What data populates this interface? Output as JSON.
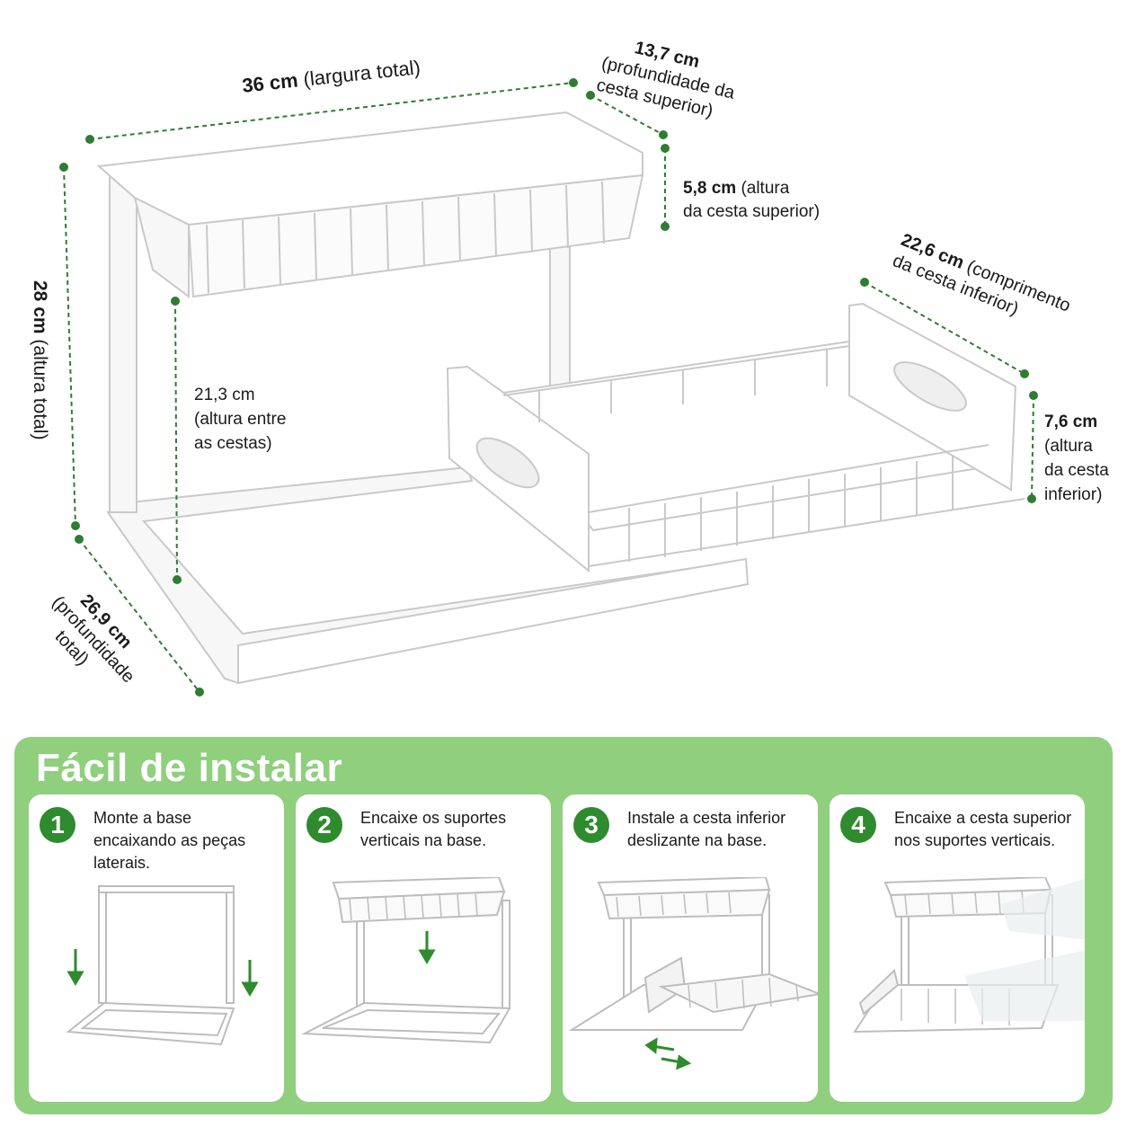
{
  "dimensions": {
    "total_width": {
      "value": "36 cm",
      "label": "(largura total)"
    },
    "top_basket_depth": {
      "value": "13,7 cm",
      "line1": "(profundidade da",
      "line2": "cesta superior)"
    },
    "top_basket_height": {
      "value": "5,8 cm",
      "line1": "(altura",
      "line2": "da cesta superior)"
    },
    "bottom_basket_length": {
      "value": "22,6 cm",
      "line1": "(comprimento",
      "line2": "da cesta inferior)"
    },
    "bottom_basket_height": {
      "value": "7,6 cm",
      "line1": "(altura",
      "line2": "da cesta",
      "line3": "inferior)"
    },
    "between_baskets": {
      "value": "21,3 cm",
      "line1": "(altura entre",
      "line2": "as cestas)"
    },
    "total_height": {
      "value": "28 cm",
      "label": "(altura total)"
    },
    "total_depth": {
      "value": "26,9 cm",
      "line1": "(profundidade",
      "line2": "total)"
    }
  },
  "install": {
    "title": "Fácil de instalar",
    "steps": [
      {
        "number": "1",
        "text": "Monte a base encaixando as peças laterais."
      },
      {
        "number": "2",
        "text": "Encaixe os suportes verticais na base."
      },
      {
        "number": "3",
        "text": "Instale a cesta inferior deslizante na base."
      },
      {
        "number": "4",
        "text": "Encaixe a cesta superior nos suportes verticais."
      }
    ]
  },
  "colors": {
    "accent": "#2e8b2e",
    "panel": "#8fcf7e",
    "dotted": "#2e7d32"
  }
}
